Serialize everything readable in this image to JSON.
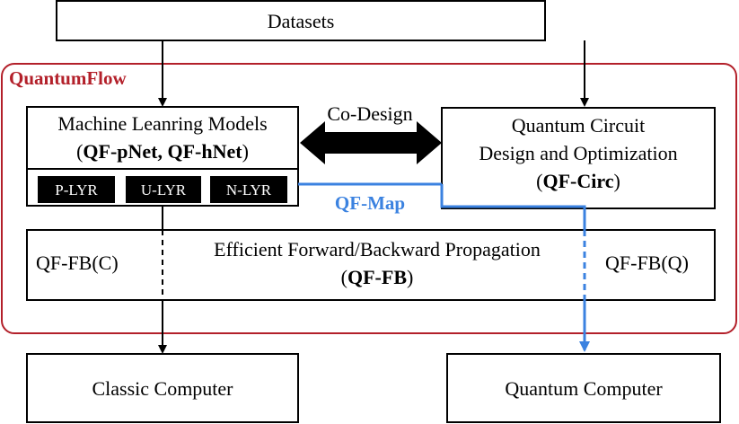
{
  "datasets": {
    "label": "Datasets"
  },
  "framework": {
    "label": "QuantumFlow",
    "color": "#b3202a"
  },
  "ml_models": {
    "title": "Machine Leanring Models",
    "subtitle_prefix": "(",
    "subtitle_bold": "QF-pNet, QF-hNet",
    "subtitle_suffix": ")",
    "layers": [
      "P-LYR",
      "U-LYR",
      "N-LYR"
    ]
  },
  "codesign": {
    "label": "Co-Design"
  },
  "quantum_circuit": {
    "line1": "Quantum Circuit",
    "line2": "Design and Optimization",
    "tag_prefix": "(",
    "tag_bold": "QF-Circ",
    "tag_suffix": ")"
  },
  "qf_map": {
    "label": "QF-Map",
    "color": "#3b82e0"
  },
  "propagation": {
    "title": "Efficient Forward/Backward Propagation",
    "tag_prefix": "(",
    "tag_bold": "QF-FB",
    "tag_suffix": ")",
    "left_label": "QF-FB(C)",
    "right_label": "QF-FB(Q)"
  },
  "classic_computer": {
    "label": "Classic Computer"
  },
  "quantum_computer": {
    "label": "Quantum Computer"
  }
}
